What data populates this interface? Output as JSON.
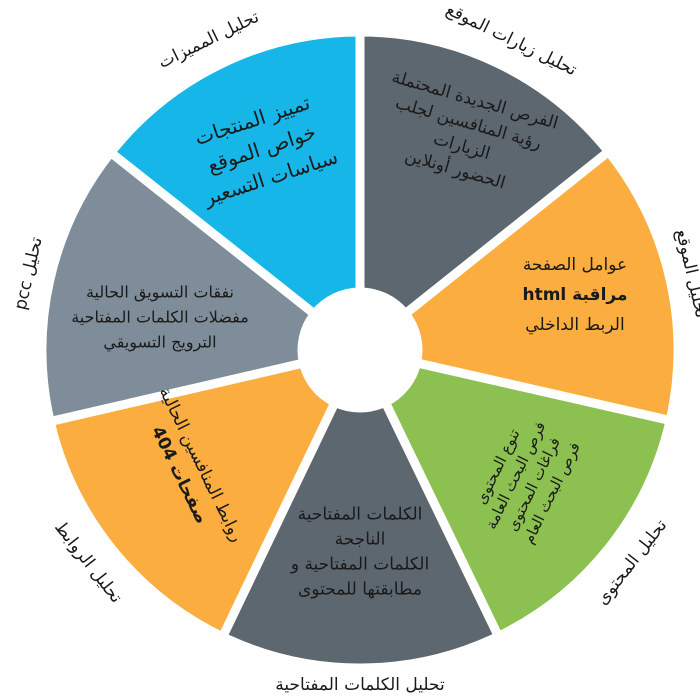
{
  "colors": {
    "dark_gray": "#5d6770",
    "light_gray": "#7e8d99",
    "orange": "#fbad3f",
    "green": "#8cc151",
    "blue": "#16b6e8"
  },
  "segments": [
    {
      "id": "site-visits",
      "color": "#5d6770",
      "outer_label": "تحليل زيارات الموقع",
      "lines": [
        "الفرص الجديدة المحتملة",
        "رؤية المنافسين لجلب",
        "الزيارات",
        "الحضور أونلاين"
      ]
    },
    {
      "id": "site",
      "color": "#fbad3f",
      "outer_label": "تحليل الموقع",
      "lines": [
        "عوامل الصفحة",
        "مراقبة html",
        "الربط الداخلي"
      ]
    },
    {
      "id": "content",
      "color": "#8cc151",
      "outer_label": "تحليل المحتوى",
      "lines": [
        "تنوع المحتوى",
        "فرص البحث العامة",
        "فراغات المحتوى",
        "فرص البحث العام"
      ]
    },
    {
      "id": "keywords",
      "color": "#5d6770",
      "outer_label": "تحليل الكلمات المفتاحية",
      "lines": [
        "الكلمات المفتاحية",
        "الناجحة",
        "الكلمات المفتاحية و",
        "مطابقتها للمحتوى"
      ]
    },
    {
      "id": "links",
      "color": "#fbad3f",
      "outer_label": "تحليل الروابط",
      "lines": [
        "روابط المنافسين الحالية",
        "صفحات 404"
      ]
    },
    {
      "id": "pcc",
      "color": "#7e8d99",
      "outer_label": "تحليل pcc",
      "lines": [
        "نفقات التسويق الحالية",
        "مفضلات الكلمات المفتاحية",
        "الترويج التسويقي"
      ]
    },
    {
      "id": "features",
      "color": "#16b6e8",
      "outer_label": "تحليل المميزات",
      "lines": [
        "تمييز المنتجات",
        "خواص الموقع",
        "سياسات التسعير"
      ]
    }
  ]
}
